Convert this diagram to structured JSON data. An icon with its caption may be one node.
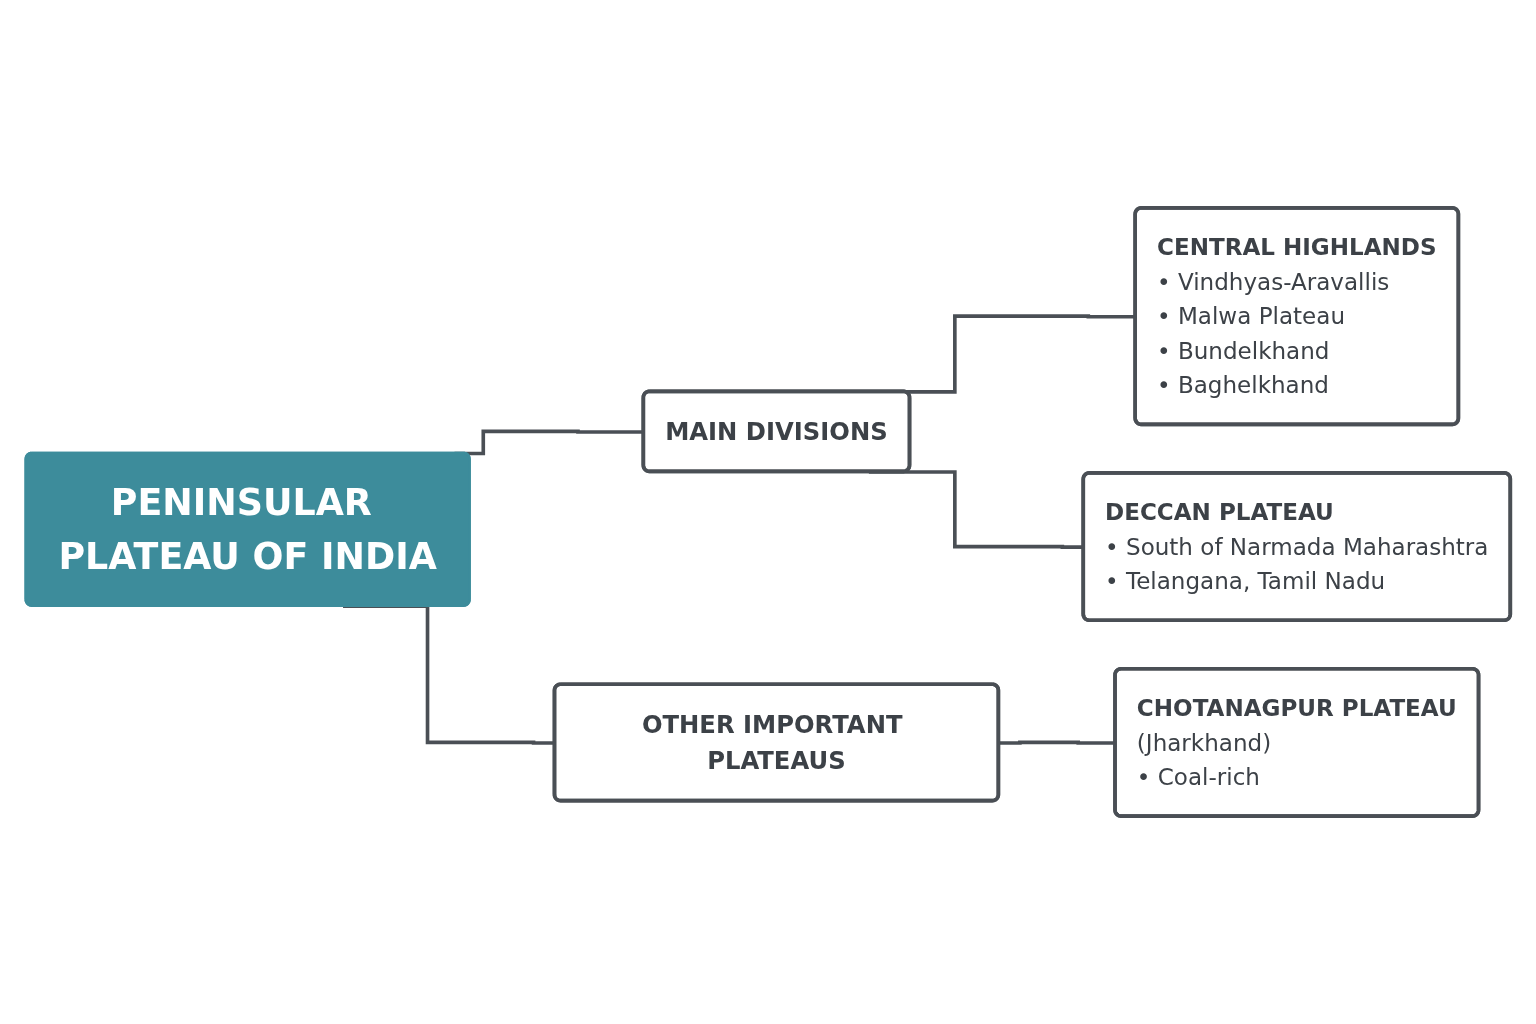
{
  "diagram": {
    "nodes": [
      {
        "text": [
          "PENINSULAR PLATEAU OF INDIA"
        ]
      },
      {
        "text": [
          "MAIN DIVISIONS"
        ]
      },
      {
        "text": [
          "CENTRAL HIGHLANDS",
          "• Vindhyas-Aravallis",
          "• Malwa Plateau",
          "• Bundelkhand",
          "• Baghelkhand"
        ]
      },
      {
        "text": [
          "DECCAN PLATEAU",
          "• South of Narmada Maharashtra",
          "• Telangana, Tamil Nadu"
        ]
      },
      {
        "text": [
          "OTHER IMPORTANT PLATEAUS"
        ]
      },
      {
        "text": [
          "CHOTANAGPUR PLATEAU",
          "(Jharkhand)",
          "• Coal-rich"
        ]
      }
    ],
    "edges": [
      {
        "from": 0,
        "to": 1,
        "arrow": "none"
      },
      {
        "from": 0,
        "to": 4,
        "arrow": "none"
      },
      {
        "from": 1,
        "to": 2,
        "arrow": "none"
      },
      {
        "from": 1,
        "to": 3,
        "arrow": "none"
      },
      {
        "from": 4,
        "to": 5,
        "arrow": "none"
      }
    ]
  }
}
